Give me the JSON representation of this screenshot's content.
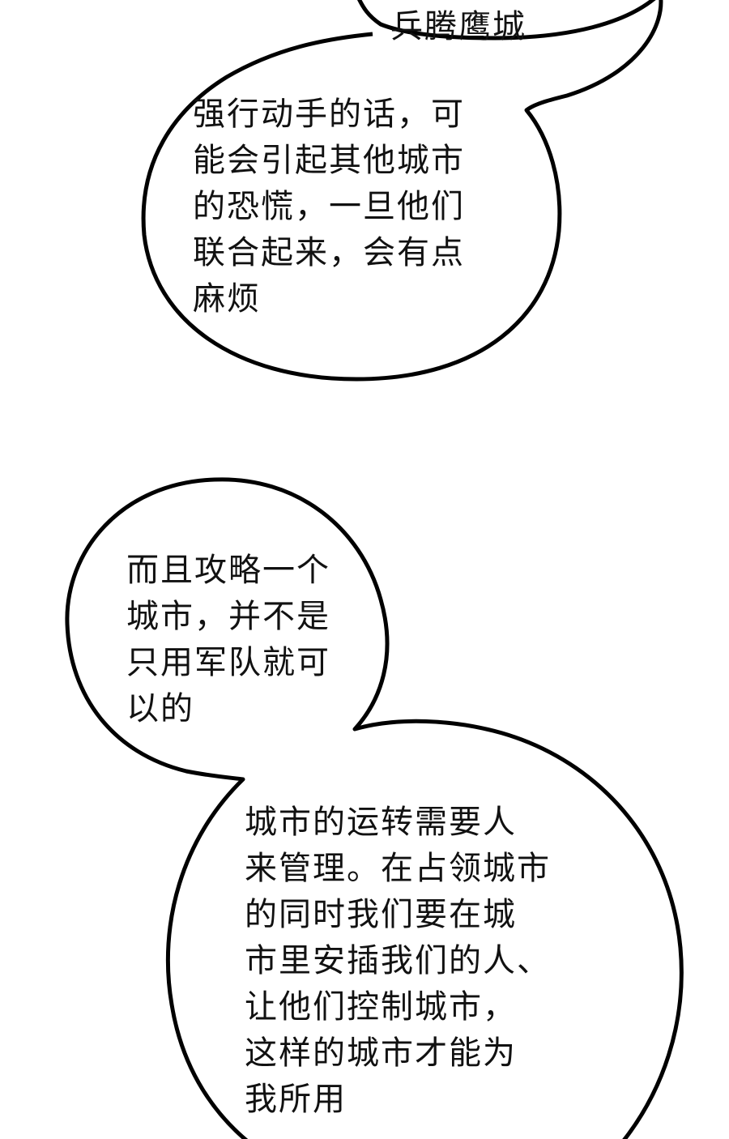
{
  "page": {
    "background_color": "#ffffff",
    "ink_color": "#000000"
  },
  "bubbles": [
    {
      "lines": [
        "兵腾鹰城"
      ]
    },
    {
      "lines": [
        "强行动手的话，可",
        "能会引起其他城市",
        "的恐慌，一旦他们",
        "联合起来，会有点",
        "麻烦"
      ]
    },
    {
      "lines": [
        "而且攻略一个",
        "城市，并不是",
        "只用军队就可",
        "以的"
      ]
    },
    {
      "lines": [
        "城市的运转需要人",
        "来管理。在占领城市",
        "的同时我们要在城",
        "市里安插我们的人、",
        "让他们控制城市，",
        "这样的城市才能为",
        "我所用"
      ]
    }
  ]
}
